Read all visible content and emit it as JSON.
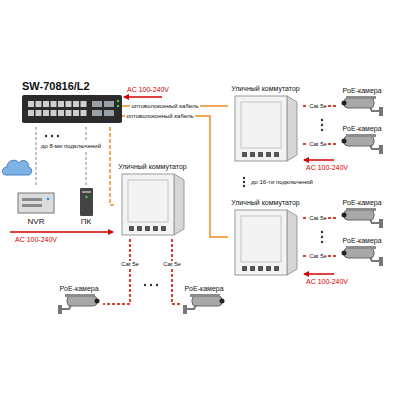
{
  "diagram": {
    "nodes": [
      {
        "text": [
          "SW-70816/L2"
        ]
      },
      {
        "text": [
          "NVR"
        ]
      },
      {
        "text": [
          "ПК"
        ]
      },
      {
        "text": [
          "Уличный коммутатор"
        ]
      },
      {
        "text": [
          "Уличный коммутатор"
        ]
      },
      {
        "text": [
          "Уличный коммутатор"
        ]
      },
      {
        "text": [
          "PoE-камера"
        ]
      },
      {
        "text": [
          "PoE-камера"
        ]
      },
      {
        "text": [
          "PoE-камера"
        ]
      },
      {
        "text": [
          "PoE-камера"
        ]
      },
      {
        "text": [
          "PoE-камера"
        ]
      },
      {
        "text": [
          "PoE-камера"
        ]
      }
    ],
    "edges": [
      {
        "from": 0,
        "to": 1,
        "arrow": "none"
      },
      {
        "from": 0,
        "to": 2,
        "arrow": "none"
      },
      {
        "from": 0,
        "to": 3,
        "arrow": "none"
      },
      {
        "from": 0,
        "to": 4,
        "label": "оптоволоконный кабель",
        "arrow": "none"
      },
      {
        "from": 0,
        "to": 5,
        "label": "оптоволоконный кабель",
        "arrow": "none"
      },
      {
        "from": 4,
        "to": 6,
        "label": "Cat 5e",
        "arrow": "none"
      },
      {
        "from": 4,
        "to": 7,
        "label": "Cat 5e",
        "arrow": "none"
      },
      {
        "from": 5,
        "to": 8,
        "label": "Cat 5e",
        "arrow": "none"
      },
      {
        "from": 5,
        "to": 9,
        "label": "Cat 5e",
        "arrow": "none"
      },
      {
        "from": 3,
        "to": 10,
        "label": "Cat 5e",
        "arrow": "none"
      },
      {
        "from": 3,
        "to": 11,
        "label": "Cat 5e",
        "arrow": "none"
      }
    ],
    "labels": [
      "AC 100-240V",
      "до 8-ми подключений",
      "AC 100-240V",
      "AC 100-240V",
      "AC 100-240V",
      "до 16-ти подключений"
    ]
  }
}
